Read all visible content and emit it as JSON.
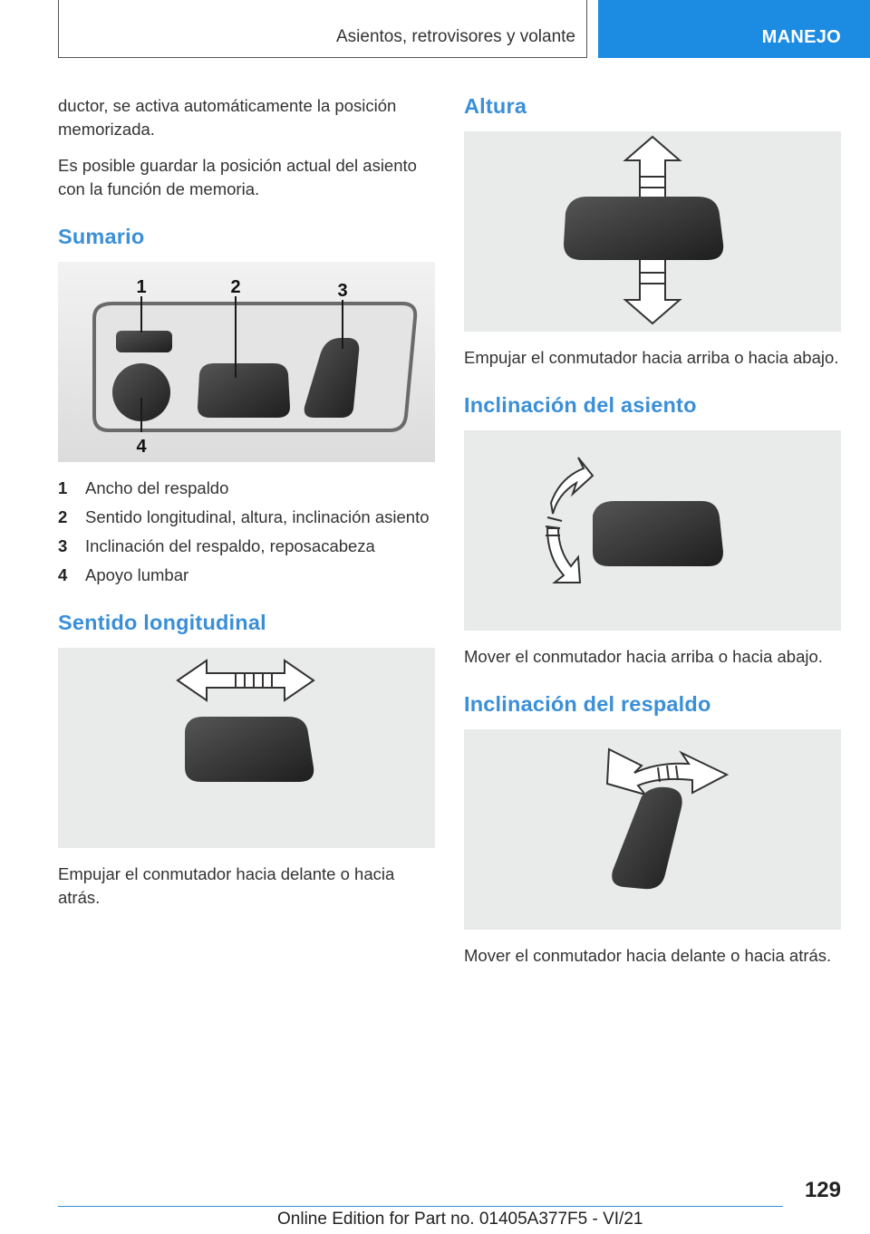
{
  "header": {
    "section_title": "Asientos, retrovisores y volante",
    "chapter": "MANEJO"
  },
  "left": {
    "intro_p1": "ductor, se activa automáticamente la posición memorizada.",
    "intro_p2": "Es posible guardar la posición actual del asiento con la función de memoria.",
    "sumario_heading": "Sumario",
    "callouts": [
      "1",
      "2",
      "3",
      "4"
    ],
    "legend": [
      {
        "num": "1",
        "text": "Ancho del respaldo"
      },
      {
        "num": "2",
        "text": "Sentido longitudinal, altura, inclinación asiento"
      },
      {
        "num": "3",
        "text": "Inclinación del respaldo, reposacabeza"
      },
      {
        "num": "4",
        "text": "Apoyo lumbar"
      }
    ],
    "longitudinal_heading": "Sentido longitudinal",
    "longitudinal_text": "Empujar el conmutador hacia delante o hacia atrás."
  },
  "right": {
    "altura_heading": "Altura",
    "altura_text": "Empujar el conmutador hacia arriba o hacia abajo.",
    "incl_asiento_heading": "Inclinación del asiento",
    "incl_asiento_text": "Mover el conmutador hacia arriba o hacia abajo.",
    "incl_respaldo_heading": "Inclinación del respaldo",
    "incl_respaldo_text": "Mover el conmutador hacia delante o hacia atrás."
  },
  "footer": {
    "page_number": "129",
    "edition": "Online Edition for Part no. 01405A377F5 - VI/21"
  },
  "colors": {
    "accent": "#1c8ce3",
    "heading": "#3a8fd8",
    "figure_bg": "#e8e9e9",
    "switch": "#3a3a3a"
  }
}
